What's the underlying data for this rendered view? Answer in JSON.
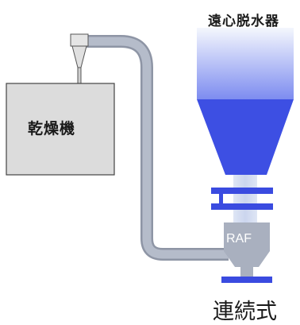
{
  "labels": {
    "centrifuge": "遠心脱水器",
    "dryer": "乾燥機",
    "raf": "RAF",
    "mode": "連続式"
  },
  "colors": {
    "hopper_blue": "#3d4fe3",
    "hopper_light": "#e8eefa",
    "pipe_gray": "#a9b0bf",
    "dryer_fill": "#dcdcdc",
    "flange_blue": "#3a4be0"
  }
}
